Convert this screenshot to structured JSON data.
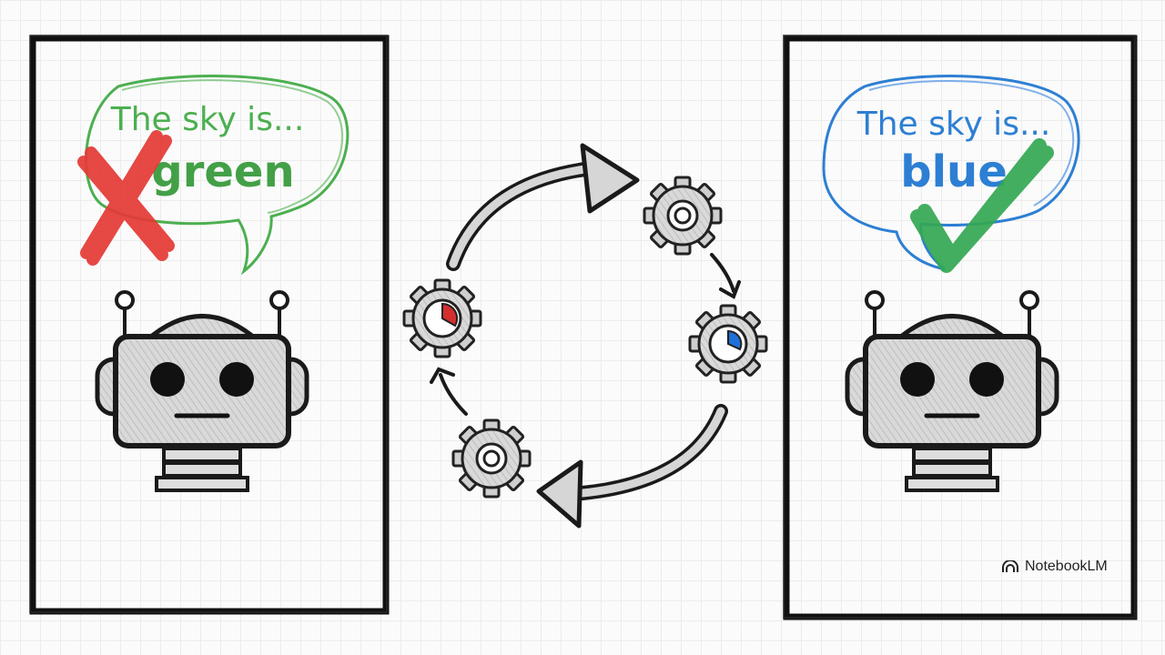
{
  "left_panel": {
    "speech_line1": "The sky is...",
    "speech_line2": "green",
    "speech_color": "#4caf50",
    "mark": "x-mark",
    "mark_color": "#e53935"
  },
  "right_panel": {
    "speech_line1": "The sky is...",
    "speech_line2": "blue",
    "speech_color": "#2d7fd3",
    "mark": "check-mark",
    "mark_color": "#34a853"
  },
  "cycle": {
    "gauge_left_color": "#d32f2f",
    "gauge_right_color": "#1e6fd6"
  },
  "brand": {
    "name": "NotebookLM",
    "icon": "notebooklm-logo-icon"
  }
}
